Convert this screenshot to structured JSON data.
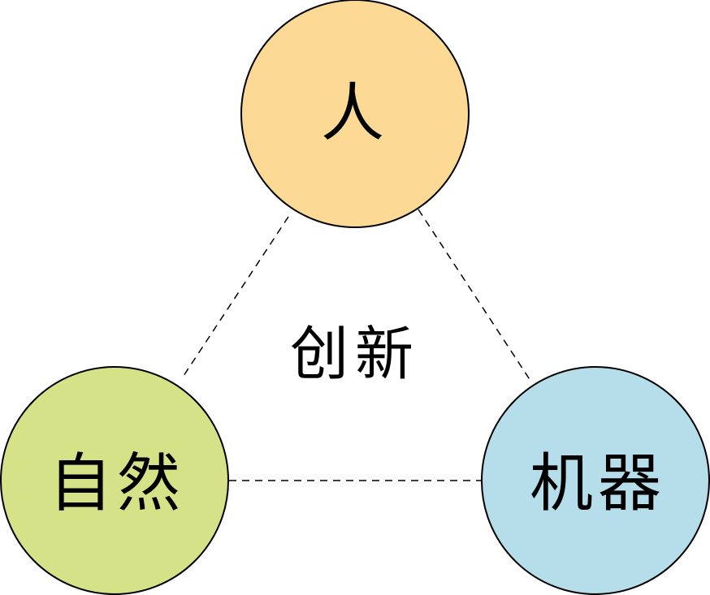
{
  "center": {
    "label": "创新"
  },
  "nodes": {
    "person": {
      "label": "人",
      "color": "#fcd994"
    },
    "nature": {
      "label": "自然",
      "color": "#d5e287"
    },
    "machine": {
      "label": "机器",
      "color": "#b5deea"
    }
  },
  "edges": [
    {
      "from": "person",
      "to": "nature",
      "style": "dashed"
    },
    {
      "from": "person",
      "to": "machine",
      "style": "dashed"
    },
    {
      "from": "nature",
      "to": "machine",
      "style": "dashed"
    }
  ]
}
